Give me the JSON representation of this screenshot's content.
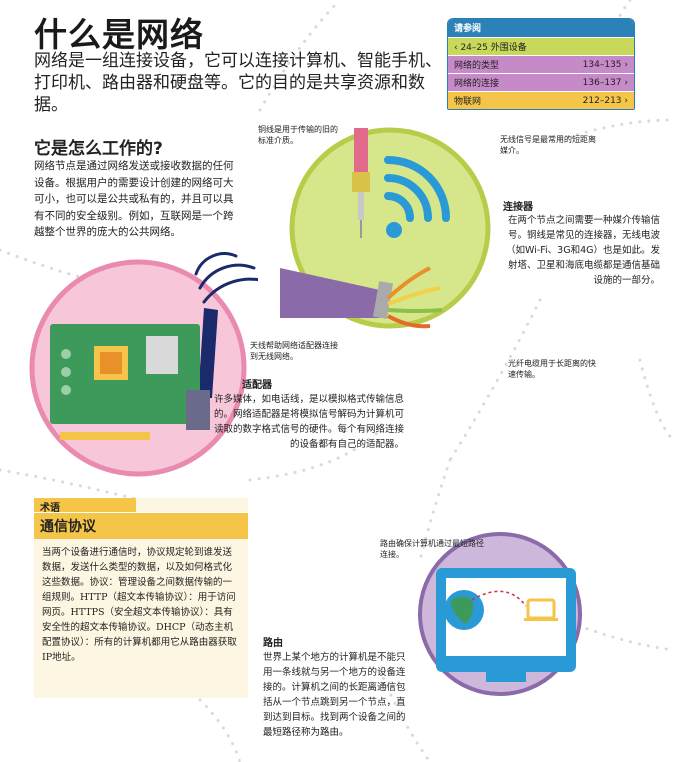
{
  "title": "什么是网络",
  "intro": "网络是一组连接设备，它可以连接计算机、智能手机、打印机、路由器和硬盘等。它的目的是共享资源和数据。",
  "how": {
    "heading": "它是怎么工作的?",
    "body": "网络节点是通过网络发送或接收数据的任何设备。根据用户的需要设计创建的网络可大可小，也可以是公共或私有的，并且可以具有不同的安全级别。例如，互联网是一个跨越整个世界的庞大的公共网络。"
  },
  "see_also": {
    "header": "请参阅",
    "rows": [
      {
        "label": "‹ 24–25  外围设备",
        "pages": ""
      },
      {
        "label": "网络的类型",
        "pages": "134–135 ›"
      },
      {
        "label": "网络的连接",
        "pages": "136–137 ›"
      },
      {
        "label": "物联网",
        "pages": "212–213 ›"
      }
    ]
  },
  "notes": {
    "copper": "铜线是用于传输的旧的标准介质。",
    "wireless": "无线信号是最常用的短距离媒介。",
    "antenna": "天线帮助网络适配器连接到无线网络。",
    "fiber": "光纤电缆用于长距离的快速传输。",
    "routing_note": "路由确保计算机通过最短路径连接。"
  },
  "connector": {
    "heading": "连接器",
    "body": "在两个节点之间需要一种媒介传输信号。铜线是常见的连接器，无线电波（如Wi-Fi、3G和4G）也是如此。发射塔、卫星和海底电缆都是通信基础设施的一部分。"
  },
  "adapter": {
    "heading": "适配器",
    "body": "许多媒体，如电话线，是以模拟格式传输信息的。网络适配器是将模拟信号解码为计算机可读取的数字格式信号的硬件。每个有网络连接的设备都有自己的适配器。"
  },
  "glossary": {
    "tag": "术语",
    "title": "通信协议",
    "body": "当两个设备进行通信时，协议规定轮到谁发送数据，发送什么类型的数据，以及如何格式化这些数据。协议：管理设备之间数据传输的一组规则。HTTP（超文本传输协议）：用于访问网页。HTTPS（安全超文本传输协议）：具有安全性的超文本传输协议。DHCP（动态主机配置协议）：所有的计算机都用它从路由器获取IP地址。"
  },
  "routing": {
    "heading": "路由",
    "body": "世界上某个地方的计算机是不能只用一条线就与另一个地方的设备连接的。计算机之间的长距离通信包括从一个节点跳到另一个节点，直到达到目标。找到两个设备之间的最短路径称为路由。"
  },
  "colors": {
    "see_header": "#2a82b8",
    "lime": "#c8d85a",
    "purple": "#c78ac8",
    "yellow": "#f5c54a",
    "pink": "#f7c6d8",
    "green_circle": "#d6e68a",
    "violet_circle": "#cdb8dc",
    "blue": "#2a9ad6",
    "card": "#3e9a5a"
  }
}
